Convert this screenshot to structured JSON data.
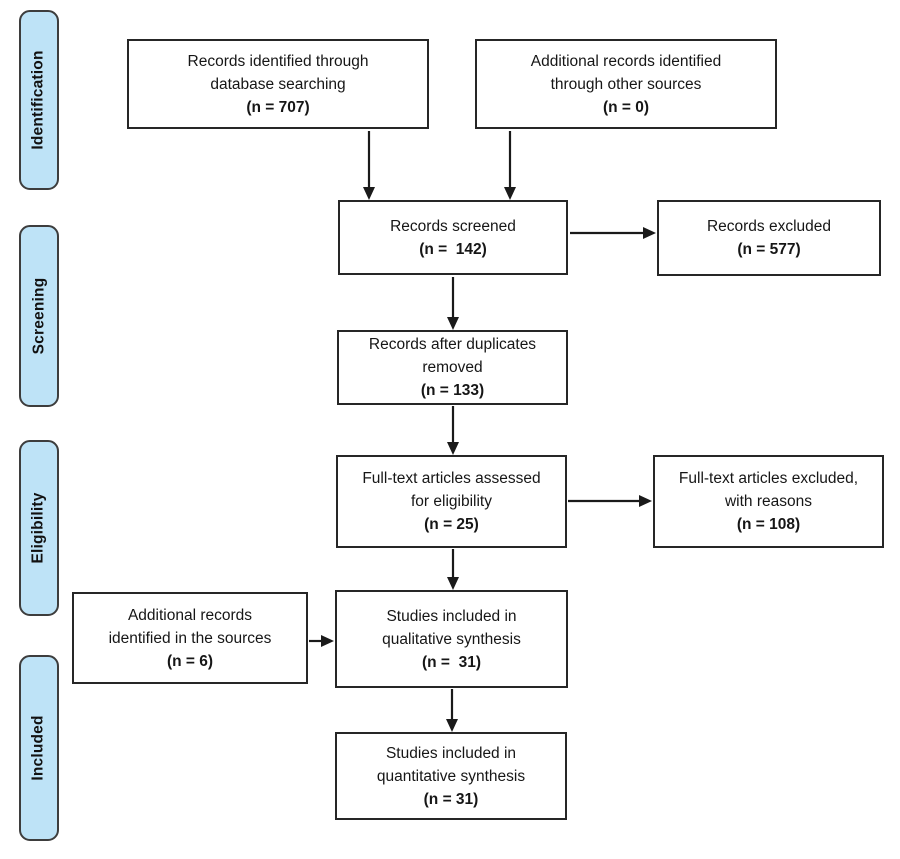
{
  "stages": [
    {
      "label": "Identification"
    },
    {
      "label": "Screening"
    },
    {
      "label": "Eligibility"
    },
    {
      "label": "Included"
    }
  ],
  "boxes": [
    {
      "id": "records-identified-database",
      "lines": [
        "Records identified through",
        "database searching"
      ],
      "count": "(n = 707)"
    },
    {
      "id": "additional-records-other-sources",
      "lines": [
        "Additional records identified",
        "through other sources"
      ],
      "count": "(n = 0)"
    },
    {
      "id": "records-screened",
      "lines": [
        "Records screened"
      ],
      "count": "(n =  142)"
    },
    {
      "id": "records-excluded",
      "lines": [
        "Records excluded"
      ],
      "count": "(n = 577)"
    },
    {
      "id": "records-after-duplicates-removed",
      "lines": [
        "Records after duplicates",
        "removed"
      ],
      "count": "(n = 133)"
    },
    {
      "id": "fulltext-assessed-eligibility",
      "lines": [
        "Full-text articles assessed",
        "for eligibility"
      ],
      "count": "(n = 25)"
    },
    {
      "id": "fulltext-excluded-with-reasons",
      "lines": [
        "Full-text articles excluded,",
        "with reasons"
      ],
      "count": "(n = 108)"
    },
    {
      "id": "additional-records-in-sources",
      "lines": [
        "Additional records",
        "identified in the sources"
      ],
      "count": "(n = 6)"
    },
    {
      "id": "studies-qualitative-synthesis",
      "lines": [
        "Studies included in",
        "qualitative synthesis"
      ],
      "count": "(n =  31)"
    },
    {
      "id": "studies-quantitative-synthesis",
      "lines": [
        "Studies included in",
        "quantitative synthesis"
      ],
      "count": "(n = 31)"
    }
  ],
  "colors": {
    "stage_fill": "#bee3f7",
    "stage_border": "#3d3d3d",
    "box_border": "#262626",
    "arrow": "#1a1a1a",
    "text": "#161616",
    "background": "#ffffff"
  }
}
